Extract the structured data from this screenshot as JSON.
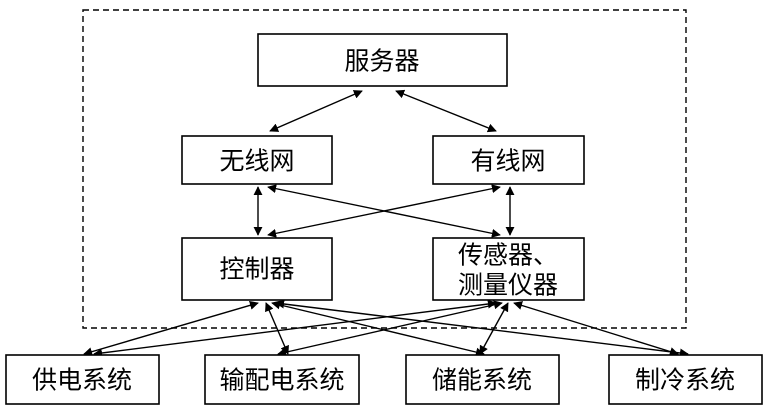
{
  "diagram": {
    "nodes": {
      "server": "服务器",
      "wireless_network": "无线网",
      "wired_network": "有线网",
      "controller": "控制器",
      "sensor_line1": "传感器、",
      "sensor_line2": "测量仪器",
      "power_supply": "供电系统",
      "power_distribution": "输配电系统",
      "energy_storage": "储能系统",
      "cooling": "制冷系统"
    },
    "edges": [
      {
        "from": "server",
        "to": "wireless_network",
        "direction": "both"
      },
      {
        "from": "server",
        "to": "wired_network",
        "direction": "both"
      },
      {
        "from": "wireless_network",
        "to": "controller",
        "direction": "both"
      },
      {
        "from": "wireless_network",
        "to": "sensor",
        "direction": "both"
      },
      {
        "from": "wired_network",
        "to": "controller",
        "direction": "both"
      },
      {
        "from": "wired_network",
        "to": "sensor",
        "direction": "both"
      },
      {
        "from": "controller",
        "to": "power_supply",
        "direction": "both"
      },
      {
        "from": "controller",
        "to": "power_distribution",
        "direction": "both"
      },
      {
        "from": "controller",
        "to": "energy_storage",
        "direction": "both"
      },
      {
        "from": "controller",
        "to": "cooling",
        "direction": "both"
      },
      {
        "from": "sensor",
        "to": "power_supply",
        "direction": "both"
      },
      {
        "from": "sensor",
        "to": "power_distribution",
        "direction": "both"
      },
      {
        "from": "sensor",
        "to": "energy_storage",
        "direction": "both"
      },
      {
        "from": "sensor",
        "to": "cooling",
        "direction": "both"
      }
    ]
  }
}
